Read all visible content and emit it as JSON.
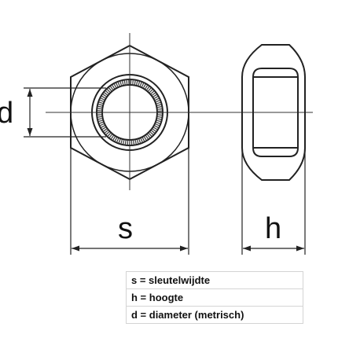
{
  "dimension_labels": {
    "s": "s",
    "h": "h",
    "d": "d"
  },
  "legend": [
    "s = sleutelwijdte",
    "h = hoogte",
    "d = diameter (metrisch)"
  ]
}
